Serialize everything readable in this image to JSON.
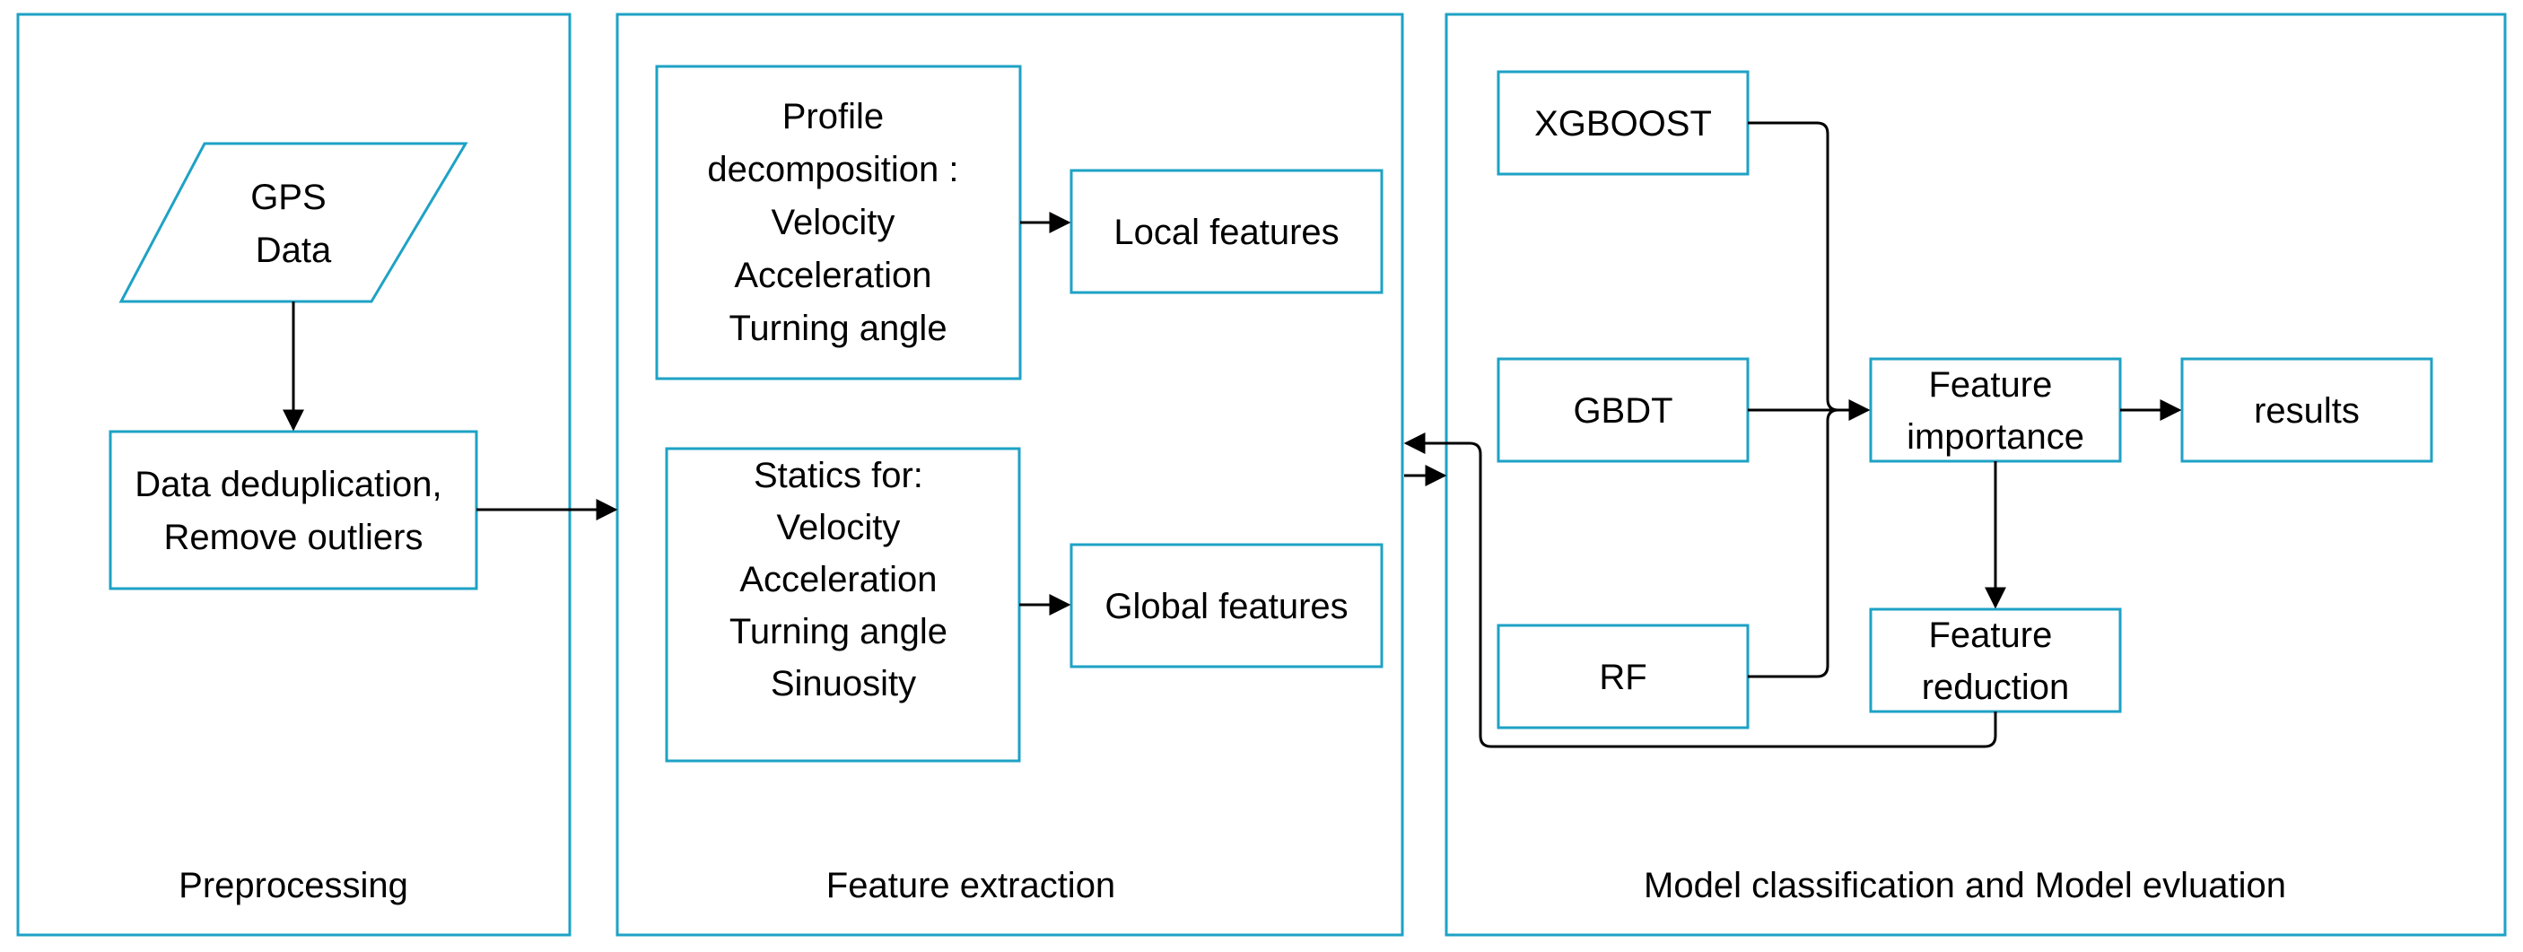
{
  "panels": {
    "preprocessing": "Preprocessing",
    "feature_extraction": "Feature extraction",
    "model": "Model classification and Model evluation"
  },
  "preprocessing": {
    "gps_data": [
      "GPS",
      "Data"
    ],
    "cleaning": [
      "Data deduplication,",
      "Remove outliers"
    ]
  },
  "feature_extraction": {
    "profile_decomposition": [
      "Profile",
      "decomposition :",
      "Velocity",
      "Acceleration",
      "Turning angle"
    ],
    "local_features": "Local features",
    "statics": [
      "Statics for:",
      "Velocity",
      "Acceleration",
      "Turning angle",
      "Sinuosity"
    ],
    "global_features": "Global features"
  },
  "model": {
    "xgboost": "XGBOOST",
    "gbdt": "GBDT",
    "rf": "RF",
    "feature_importance": [
      "Feature",
      "importance"
    ],
    "results": "results",
    "feature_reduction": [
      "Feature",
      "reduction"
    ]
  },
  "colors": {
    "border": "#1ea2c5",
    "arrow": "#000000"
  }
}
